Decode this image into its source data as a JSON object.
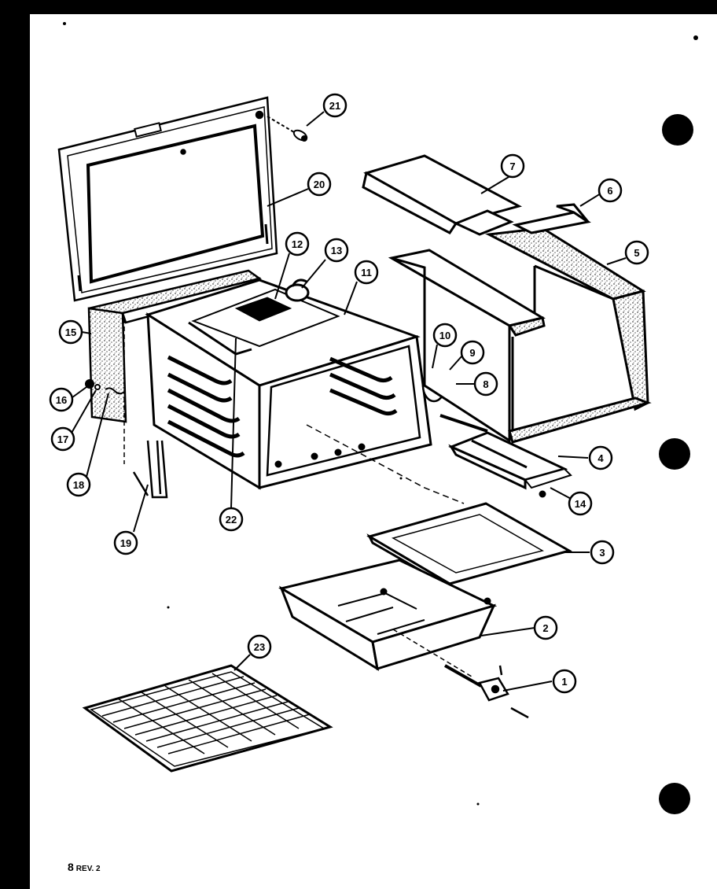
{
  "diagram": {
    "callouts": [
      {
        "id": "c1",
        "label": "1"
      },
      {
        "id": "c2",
        "label": "2"
      },
      {
        "id": "c3",
        "label": "3"
      },
      {
        "id": "c4",
        "label": "4"
      },
      {
        "id": "c5",
        "label": "5"
      },
      {
        "id": "c6",
        "label": "6"
      },
      {
        "id": "c7",
        "label": "7"
      },
      {
        "id": "c8",
        "label": "8"
      },
      {
        "id": "c9",
        "label": "9"
      },
      {
        "id": "c10",
        "label": "10"
      },
      {
        "id": "c11",
        "label": "11"
      },
      {
        "id": "c12",
        "label": "12"
      },
      {
        "id": "c13",
        "label": "13"
      },
      {
        "id": "c14",
        "label": "14"
      },
      {
        "id": "c15",
        "label": "15"
      },
      {
        "id": "c16",
        "label": "16"
      },
      {
        "id": "c17",
        "label": "17"
      },
      {
        "id": "c18",
        "label": "18"
      },
      {
        "id": "c19",
        "label": "19"
      },
      {
        "id": "c20",
        "label": "20"
      },
      {
        "id": "c21",
        "label": "21"
      },
      {
        "id": "c22",
        "label": "22"
      },
      {
        "id": "c23",
        "label": "23"
      }
    ]
  },
  "footer": {
    "page_number": "8",
    "revision": "REV. 2"
  },
  "colors": {
    "background": "#000000",
    "paper": "#ffffff",
    "ink": "#000000"
  }
}
